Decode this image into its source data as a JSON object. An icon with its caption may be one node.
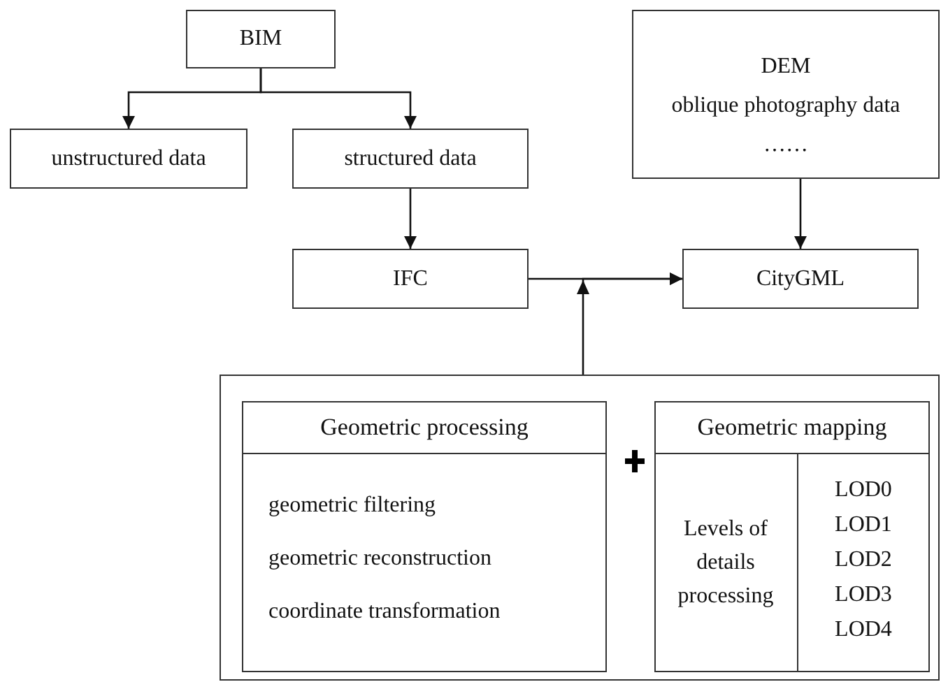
{
  "diagram": {
    "nodes": [
      {
        "text": [
          "BIM"
        ]
      },
      {
        "text": [
          "unstructured data"
        ]
      },
      {
        "text": [
          "structured data"
        ]
      },
      {
        "text": [
          "DEM",
          "oblique photography data",
          "……"
        ]
      },
      {
        "text": [
          "IFC"
        ]
      },
      {
        "text": [
          "CityGML"
        ]
      },
      {
        "text": [],
        "shape": "box"
      },
      {
        "text": [
          "Geometric processing",
          "geometric filtering",
          "geometric reconstruction",
          "coordinate transformation"
        ],
        "in": 6
      },
      {
        "text": [
          "Geometric mapping"
        ],
        "in": 6
      },
      {
        "text": [
          "Levels of details processing"
        ],
        "in": 8
      },
      {
        "text": [
          "LOD0",
          "LOD1",
          "LOD2",
          "LOD3",
          "LOD4"
        ],
        "in": 8
      }
    ],
    "edges": [
      {
        "from": 0,
        "to": 1,
        "arrow": "to"
      },
      {
        "from": 0,
        "to": 2,
        "arrow": "to"
      },
      {
        "from": 2,
        "to": 4,
        "arrow": "to"
      },
      {
        "from": 3,
        "to": 5,
        "arrow": "to"
      },
      {
        "from": 4,
        "to": 5,
        "arrow": "to"
      },
      {
        "from": 6,
        "to": 5,
        "arrow": "to"
      }
    ]
  }
}
